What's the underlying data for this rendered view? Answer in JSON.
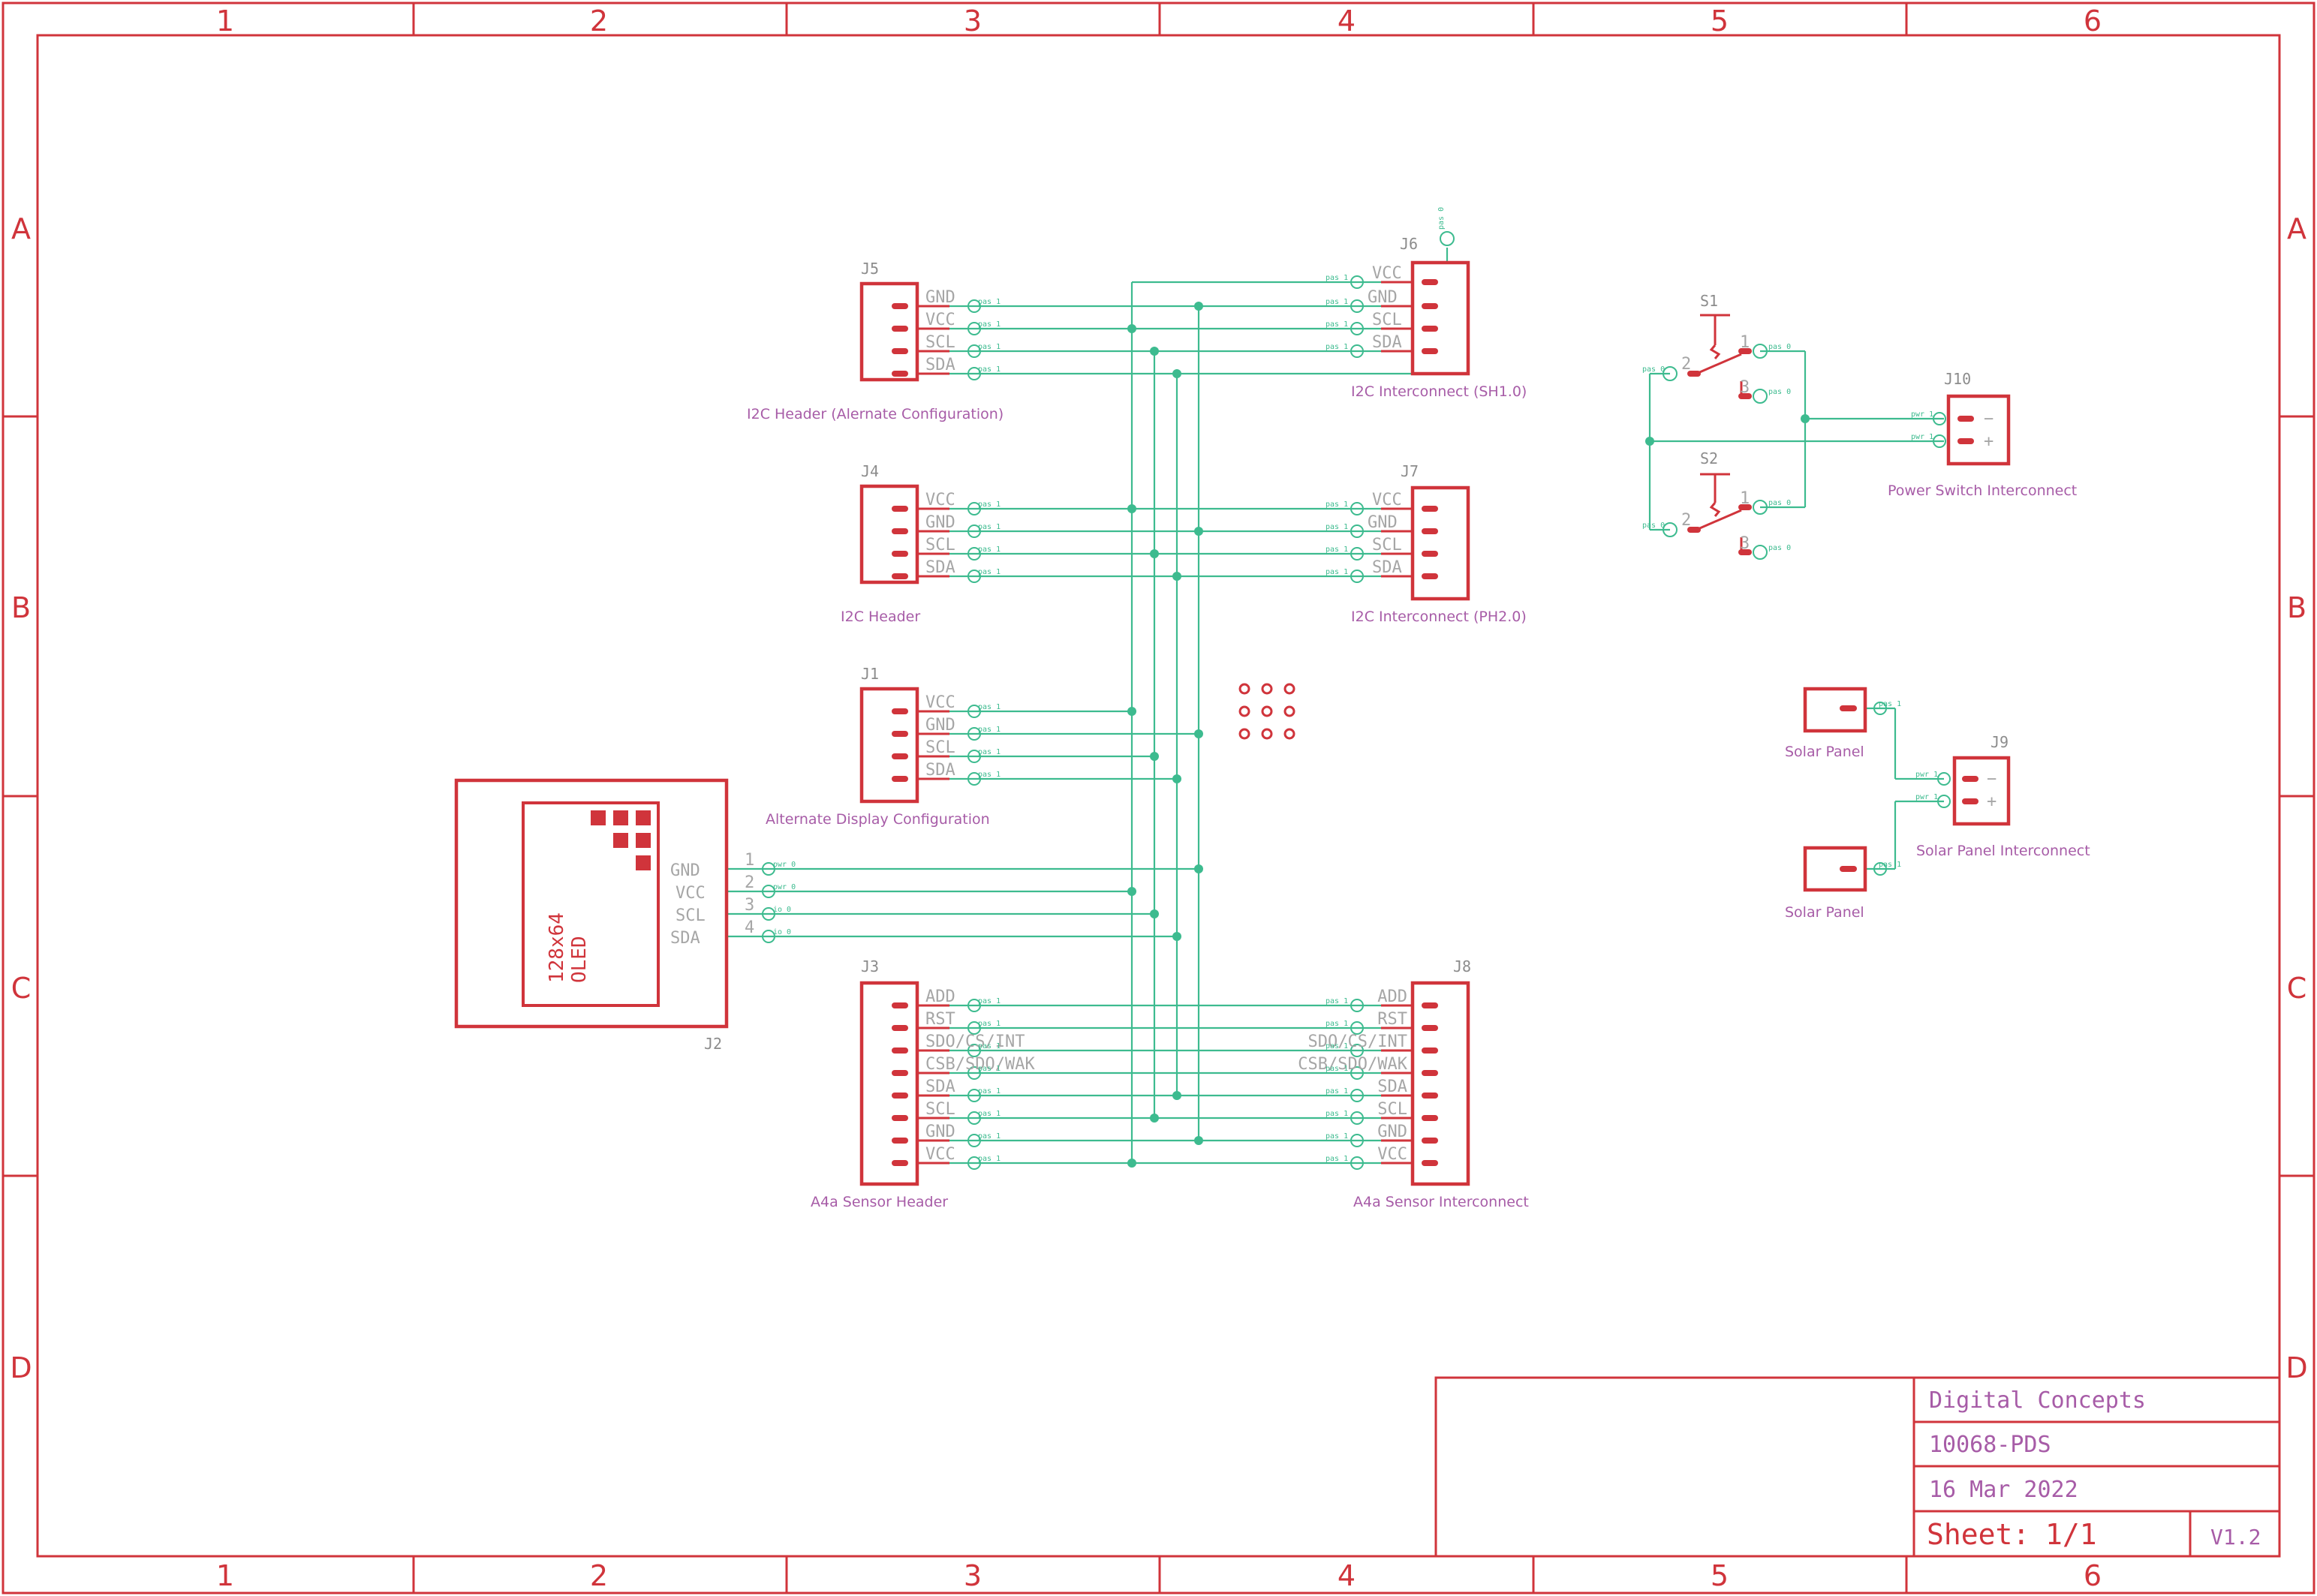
{
  "frame": {
    "columns": [
      "1",
      "2",
      "3",
      "4",
      "5",
      "6"
    ],
    "rows": [
      "A",
      "B",
      "C",
      "D"
    ]
  },
  "title_block": {
    "company": "Digital Concepts",
    "part_number": "10068-PDS",
    "date": "16 Mar 2022",
    "sheet_label": "Sheet:",
    "sheet_value": "1/1",
    "version": "V1.2"
  },
  "connectors": {
    "J5": {
      "ref": "J5",
      "value": "I2C Header (Alernate Configuration)",
      "pins": [
        "GND",
        "VCC",
        "SCL",
        "SDA"
      ],
      "pin_types": [
        "pas 1",
        "pas 1",
        "pas 1",
        "pas 1"
      ]
    },
    "J6": {
      "ref": "J6",
      "value": "I2C Interconnect (SH1.0)",
      "pins": [
        "VCC",
        "GND",
        "SCL",
        "SDA"
      ],
      "pin_types": [
        "pas 1",
        "pas 1",
        "pas 1",
        "pas 1"
      ],
      "extra_pin": "pas 0"
    },
    "J4": {
      "ref": "J4",
      "value": "I2C Header",
      "pins": [
        "VCC",
        "GND",
        "SCL",
        "SDA"
      ],
      "pin_types": [
        "pas 1",
        "pas 1",
        "pas 1",
        "pas 1"
      ]
    },
    "J7": {
      "ref": "J7",
      "value": "I2C Interconnect (PH2.0)",
      "pins": [
        "VCC",
        "GND",
        "SCL",
        "SDA"
      ],
      "pin_types": [
        "pas 1",
        "pas 1",
        "pas 1",
        "pas 1"
      ]
    },
    "J1": {
      "ref": "J1",
      "value": "Alternate Display Configuration",
      "pins": [
        "VCC",
        "GND",
        "SCL",
        "SDA"
      ],
      "pin_types": [
        "pas 1",
        "pas 1",
        "pas 1",
        "pas 1"
      ]
    },
    "J3": {
      "ref": "J3",
      "value": "A4a Sensor Header",
      "pins": [
        "ADD",
        "RST",
        "SDO/CS/INT",
        "CSB/SDO/WAK",
        "SDA",
        "SCL",
        "GND",
        "VCC"
      ],
      "pin_types": [
        "pas 1",
        "pas 1",
        "pas 1",
        "pas 1",
        "pas 1",
        "pas 1",
        "pas 1",
        "pas 1"
      ]
    },
    "J8": {
      "ref": "J8",
      "value": "A4a Sensor Interconnect",
      "pins": [
        "ADD",
        "RST",
        "SDO/CS/INT",
        "CSB/SDO/WAK",
        "SDA",
        "SCL",
        "GND",
        "VCC"
      ],
      "pin_types": [
        "pas 1",
        "pas 1",
        "pas 1",
        "pas 1",
        "pas 1",
        "pas 1",
        "pas 1",
        "pas 1"
      ]
    },
    "J10": {
      "ref": "J10",
      "value": "Power Switch Interconnect",
      "pins": [
        "−",
        "+"
      ],
      "pin_types": [
        "pwr 1",
        "pwr 1"
      ]
    },
    "J9": {
      "ref": "J9",
      "value": "Solar Panel Interconnect",
      "pins": [
        "−",
        "+"
      ],
      "pin_types": [
        "pwr 1",
        "pwr 1"
      ]
    }
  },
  "display": {
    "ref": "J2",
    "panel_lines": [
      "128x64",
      "OLED"
    ],
    "pins": [
      "GND",
      "VCC",
      "SCL",
      "SDA"
    ],
    "pin_numbers": [
      "1",
      "2",
      "3",
      "4"
    ],
    "pin_types": [
      "pwr 0",
      "pwr 0",
      "io 0",
      "io 0"
    ]
  },
  "switches": {
    "S1": {
      "ref": "S1",
      "pin_numbers": [
        "2",
        "1",
        "3"
      ],
      "pin_types": [
        "pas 0",
        "pas 0",
        "pas 0"
      ]
    },
    "S2": {
      "ref": "S2",
      "pin_numbers": [
        "2",
        "1",
        "3"
      ],
      "pin_types": [
        "pas 0",
        "pas 0",
        "pas 0"
      ]
    }
  },
  "solar_panels": [
    {
      "value": "Solar Panel",
      "pin_type": "pas 1"
    },
    {
      "value": "Solar Panel",
      "pin_type": "pas 1"
    }
  ],
  "colors": {
    "frame": "#d0343b",
    "net": "#3dbb8f",
    "value_text": "#a75ca7",
    "pin_text": "#a6a6a6"
  }
}
